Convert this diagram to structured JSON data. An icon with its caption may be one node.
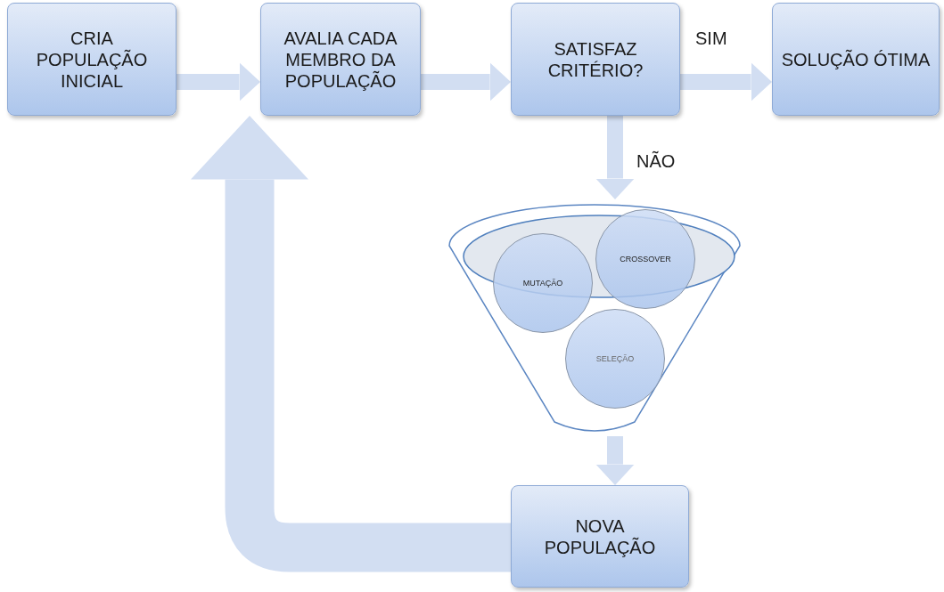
{
  "diagram": {
    "nodes": [
      {
        "text": [
          "CRIA POPULAÇÃO INICIAL"
        ]
      },
      {
        "text": [
          "AVALIA CADA MEMBRO DA POPULAÇÃO"
        ]
      },
      {
        "text": [
          "SATISFAZ CRITÉRIO?"
        ]
      },
      {
        "text": [
          "SOLUÇÃO ÓTIMA"
        ]
      },
      {
        "text": [],
        "shape": "funnel"
      },
      {
        "text": [
          "MUTAÇÃO"
        ],
        "in": 4
      },
      {
        "text": [
          "CROSSOVER"
        ],
        "in": 4
      },
      {
        "text": [
          "SELEÇÃO"
        ],
        "in": 4
      },
      {
        "text": [
          "NOVA POPULAÇÃO"
        ]
      }
    ],
    "edges": [
      {
        "from": 0,
        "to": 1,
        "arrow": "to"
      },
      {
        "from": 1,
        "to": 2,
        "arrow": "to"
      },
      {
        "from": 2,
        "to": 3,
        "arrow": "to",
        "label": "SIM"
      },
      {
        "from": 2,
        "to": 4,
        "arrow": "to",
        "label": "NÃO"
      },
      {
        "from": 4,
        "to": 8,
        "arrow": "to"
      },
      {
        "from": 8,
        "to": 1,
        "arrow": "to",
        "style": "thick"
      }
    ]
  }
}
